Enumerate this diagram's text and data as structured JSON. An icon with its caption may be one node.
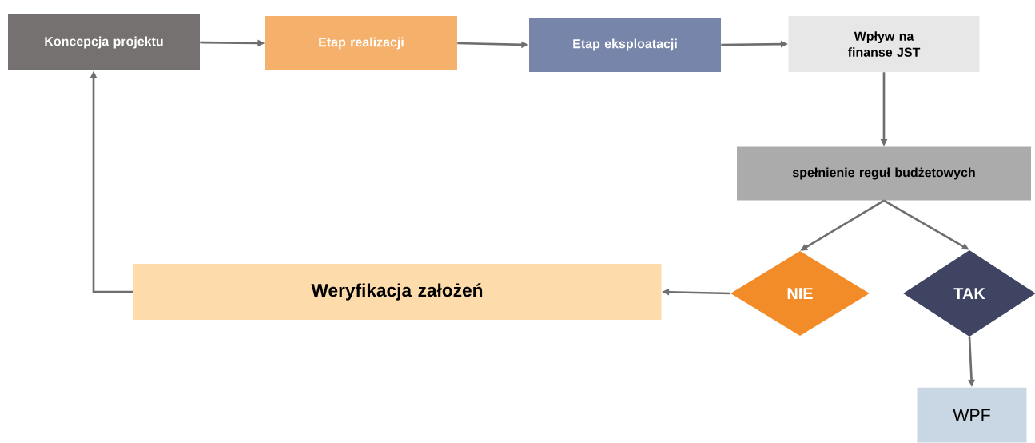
{
  "diagram": {
    "nodes": [
      {
        "text": [
          "Koncepcja projektu"
        ]
      },
      {
        "text": [
          "Etap realizacji"
        ]
      },
      {
        "text": [
          "Etap eksploatacji"
        ]
      },
      {
        "text": [
          "Wpływ na finanse JST"
        ]
      },
      {
        "text": [
          "spełnienie reguł budżetowych"
        ]
      },
      {
        "text": [
          "NIE"
        ]
      },
      {
        "text": [
          "TAK"
        ]
      },
      {
        "text": [
          "Weryfikacja założeń"
        ]
      },
      {
        "text": [
          "WPF"
        ]
      }
    ],
    "edges": [
      {
        "from": 0,
        "to": 1,
        "arrow": "to"
      },
      {
        "from": 1,
        "to": 2,
        "arrow": "to"
      },
      {
        "from": 2,
        "to": 3,
        "arrow": "to"
      },
      {
        "from": 3,
        "to": 4,
        "arrow": "to"
      },
      {
        "from": 4,
        "to": 5,
        "arrow": "to"
      },
      {
        "from": 4,
        "to": 6,
        "arrow": "to"
      },
      {
        "from": 5,
        "to": 7,
        "arrow": "to"
      },
      {
        "from": 7,
        "to": 0,
        "arrow": "to"
      },
      {
        "from": 6,
        "to": 8,
        "arrow": "to"
      }
    ]
  }
}
